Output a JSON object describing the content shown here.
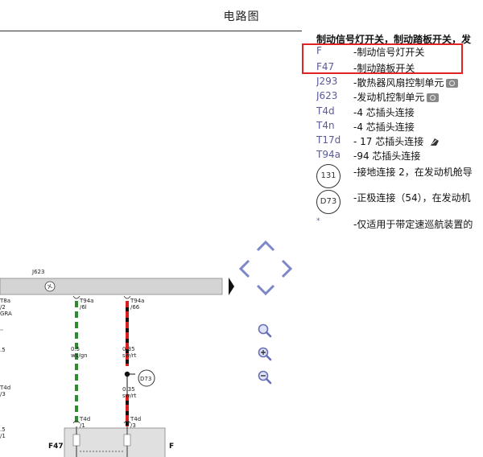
{
  "page": {
    "title": "电路图",
    "legend_heading": "制动信号灯开关，制动踏板开关，发"
  },
  "legend": [
    {
      "code": "F",
      "desc": "-制动信号灯开关"
    },
    {
      "code": "F47",
      "desc": "-制动踏板开关"
    },
    {
      "code": "J293",
      "desc": "-散热器风扇控制单元",
      "icon": "camera-icon"
    },
    {
      "code": "J623",
      "desc": "-发动机控制单元",
      "icon": "camera-icon"
    },
    {
      "code": "T4d",
      "desc": "-4 芯插头连接"
    },
    {
      "code": "T4n",
      "desc": "-4 芯插头连接"
    },
    {
      "code": "T17d",
      "desc": "- 17 芯插头连接",
      "icon": "connector-icon"
    },
    {
      "code": "T94a",
      "desc": "-94 芯插头连接"
    }
  ],
  "legend_circles": [
    {
      "code": "131",
      "desc": "-接地连接 2，在发动机舱导"
    },
    {
      "code": "D73",
      "desc": "-正极连接（54），在发动机"
    }
  ],
  "legend_note": {
    "code": "*",
    "desc": "-仅适用于带定速巡航装置的"
  },
  "diagram": {
    "j623_label": "J623",
    "left_labels": [
      "T8a",
      "/2",
      "GRA"
    ],
    "left_wire_a": ".5",
    "left_wire_b": "T4d",
    "left_wire_c": "/3",
    "left_wire_d": ".5",
    "left_wire_e": "/1",
    "pin1_conn": "T94a",
    "pin1_pin": "/6l",
    "pin1_size": "0.5",
    "pin1_color": "ws/gn",
    "pin2_conn": "T94a",
    "pin2_pin": "/66",
    "pin2_size": "0.35",
    "pin2_color": "sw/rt",
    "junction": "D73",
    "pin3_size": "0.35",
    "pin3_color": "sw/rt",
    "t4d_a_conn": "T4d",
    "t4d_a_pin": "/1",
    "t4d_b_conn": "T4d",
    "t4d_b_pin": "/3",
    "f47_label": "F47",
    "f_label": "F"
  },
  "colors": {
    "highlight": "#e02424",
    "nav": "#7d86c8",
    "wire_green": "#2e8b2e",
    "wire_red": "#d81e1e",
    "bar_gray": "#d4d4d4"
  }
}
